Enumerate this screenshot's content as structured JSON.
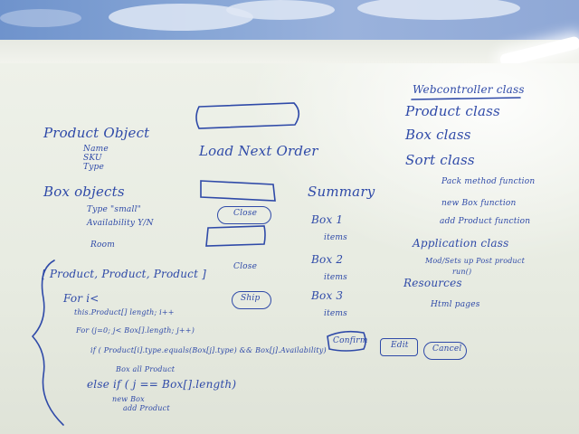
{
  "left": {
    "product_object": "Product Object",
    "product_fields": [
      "Name",
      "SKU",
      "Type"
    ],
    "box_objects": "Box objects",
    "box_fields": [
      "Type \"small\"",
      "Availability  Y/N",
      "Room"
    ],
    "code": [
      "[ Product, Product, Product ]",
      "For  i<",
      "this.Product[] length; i++",
      "For (j=0; j< Box[].length; j++)",
      "if ( Product[i].type.equals(Box[j].type) && Box[j].Availability)",
      "Box all Product",
      "else if ( j == Box[].length)",
      "new Box",
      "add Product"
    ]
  },
  "middle": {
    "load_next_order": "Load Next Order",
    "close": "Close",
    "close2": "Close",
    "ship": "Ship",
    "summary": "Summary",
    "boxes": [
      {
        "name": "Box 1",
        "items": "items"
      },
      {
        "name": "Box 2",
        "items": "items"
      },
      {
        "name": "Box 3",
        "items": "items"
      }
    ],
    "confirm": "Confirm",
    "edit": "Edit",
    "cancel": "Cancel"
  },
  "right": {
    "classes": [
      "Webcontroller class",
      "Product class",
      "Box class",
      "Sort class"
    ],
    "functions": [
      "Pack method function",
      "new Box function",
      "add Product function"
    ],
    "application_class": "Application class",
    "application_desc": [
      "Mod/Sets up Post product",
      "run()"
    ],
    "resources": "Resources",
    "html_pages": "Html pages"
  },
  "colors": {
    "ink": "#2f4aa8",
    "board": "#eef1e9",
    "ceiling": "#7f9fd3"
  }
}
